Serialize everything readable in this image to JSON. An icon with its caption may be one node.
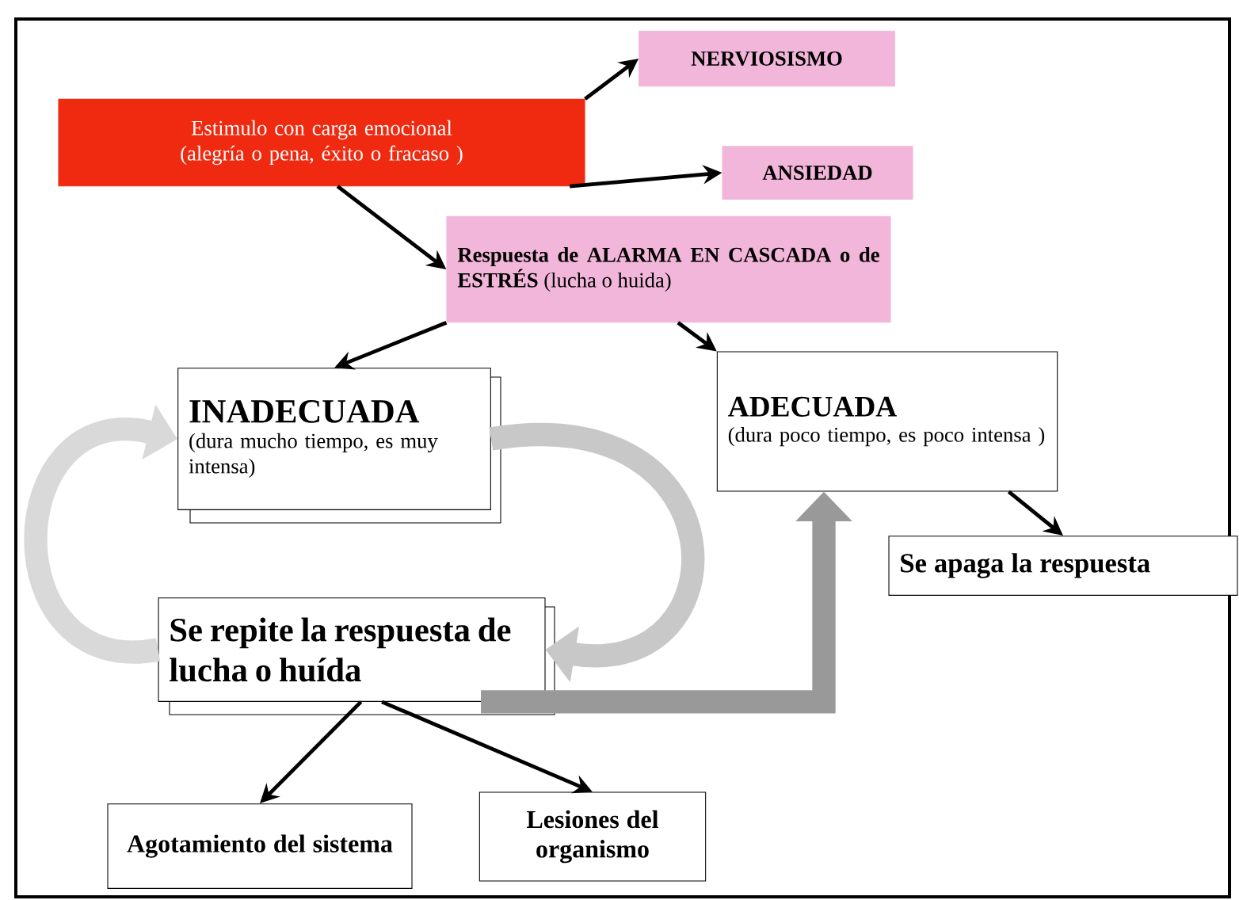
{
  "diagram": {
    "nodes": [
      {
        "text": [
          "Estimulo con carga emocional (alegría o pena, éxito o fracaso )"
        ]
      },
      {
        "text": [
          "NERVIOSISMO"
        ]
      },
      {
        "text": [
          "ANSIEDAD"
        ]
      },
      {
        "text": [
          "**Respuesta de ALARMA EN CASCADA o de ESTRÉS** (lucha o huida)"
        ]
      },
      {
        "text": [
          "INADECUADA",
          "(dura mucho tiempo, es muy intensa)"
        ]
      },
      {
        "text": [
          "ADECUADA",
          "(dura poco tiempo, es poco intensa )"
        ]
      },
      {
        "text": [
          "Se apaga la respuesta"
        ]
      },
      {
        "text": [
          "Se repite la respuesta de lucha o huída"
        ]
      },
      {
        "text": [
          "Agotamiento del sistema"
        ]
      },
      {
        "text": [
          "Lesiones del organismo"
        ]
      }
    ],
    "edges": [
      {
        "from": 0,
        "to": 1,
        "arrow": "to"
      },
      {
        "from": 0,
        "to": 2,
        "arrow": "to"
      },
      {
        "from": 0,
        "to": 3,
        "arrow": "to"
      },
      {
        "from": 3,
        "to": 4,
        "arrow": "to"
      },
      {
        "from": 3,
        "to": 5,
        "arrow": "to"
      },
      {
        "from": 5,
        "to": 6,
        "arrow": "to"
      },
      {
        "from": 7,
        "to": 8,
        "arrow": "to"
      },
      {
        "from": 7,
        "to": 9,
        "arrow": "to"
      },
      {
        "from": 7,
        "to": 4,
        "arrow": "to",
        "style": "thick",
        "color": "#d9d9d9"
      },
      {
        "from": 4,
        "to": 7,
        "arrow": "to",
        "style": "thick",
        "color": "#c8c8c8"
      },
      {
        "from": 7,
        "to": 5,
        "arrow": "to",
        "style": "thick",
        "color": "#999999"
      }
    ]
  }
}
